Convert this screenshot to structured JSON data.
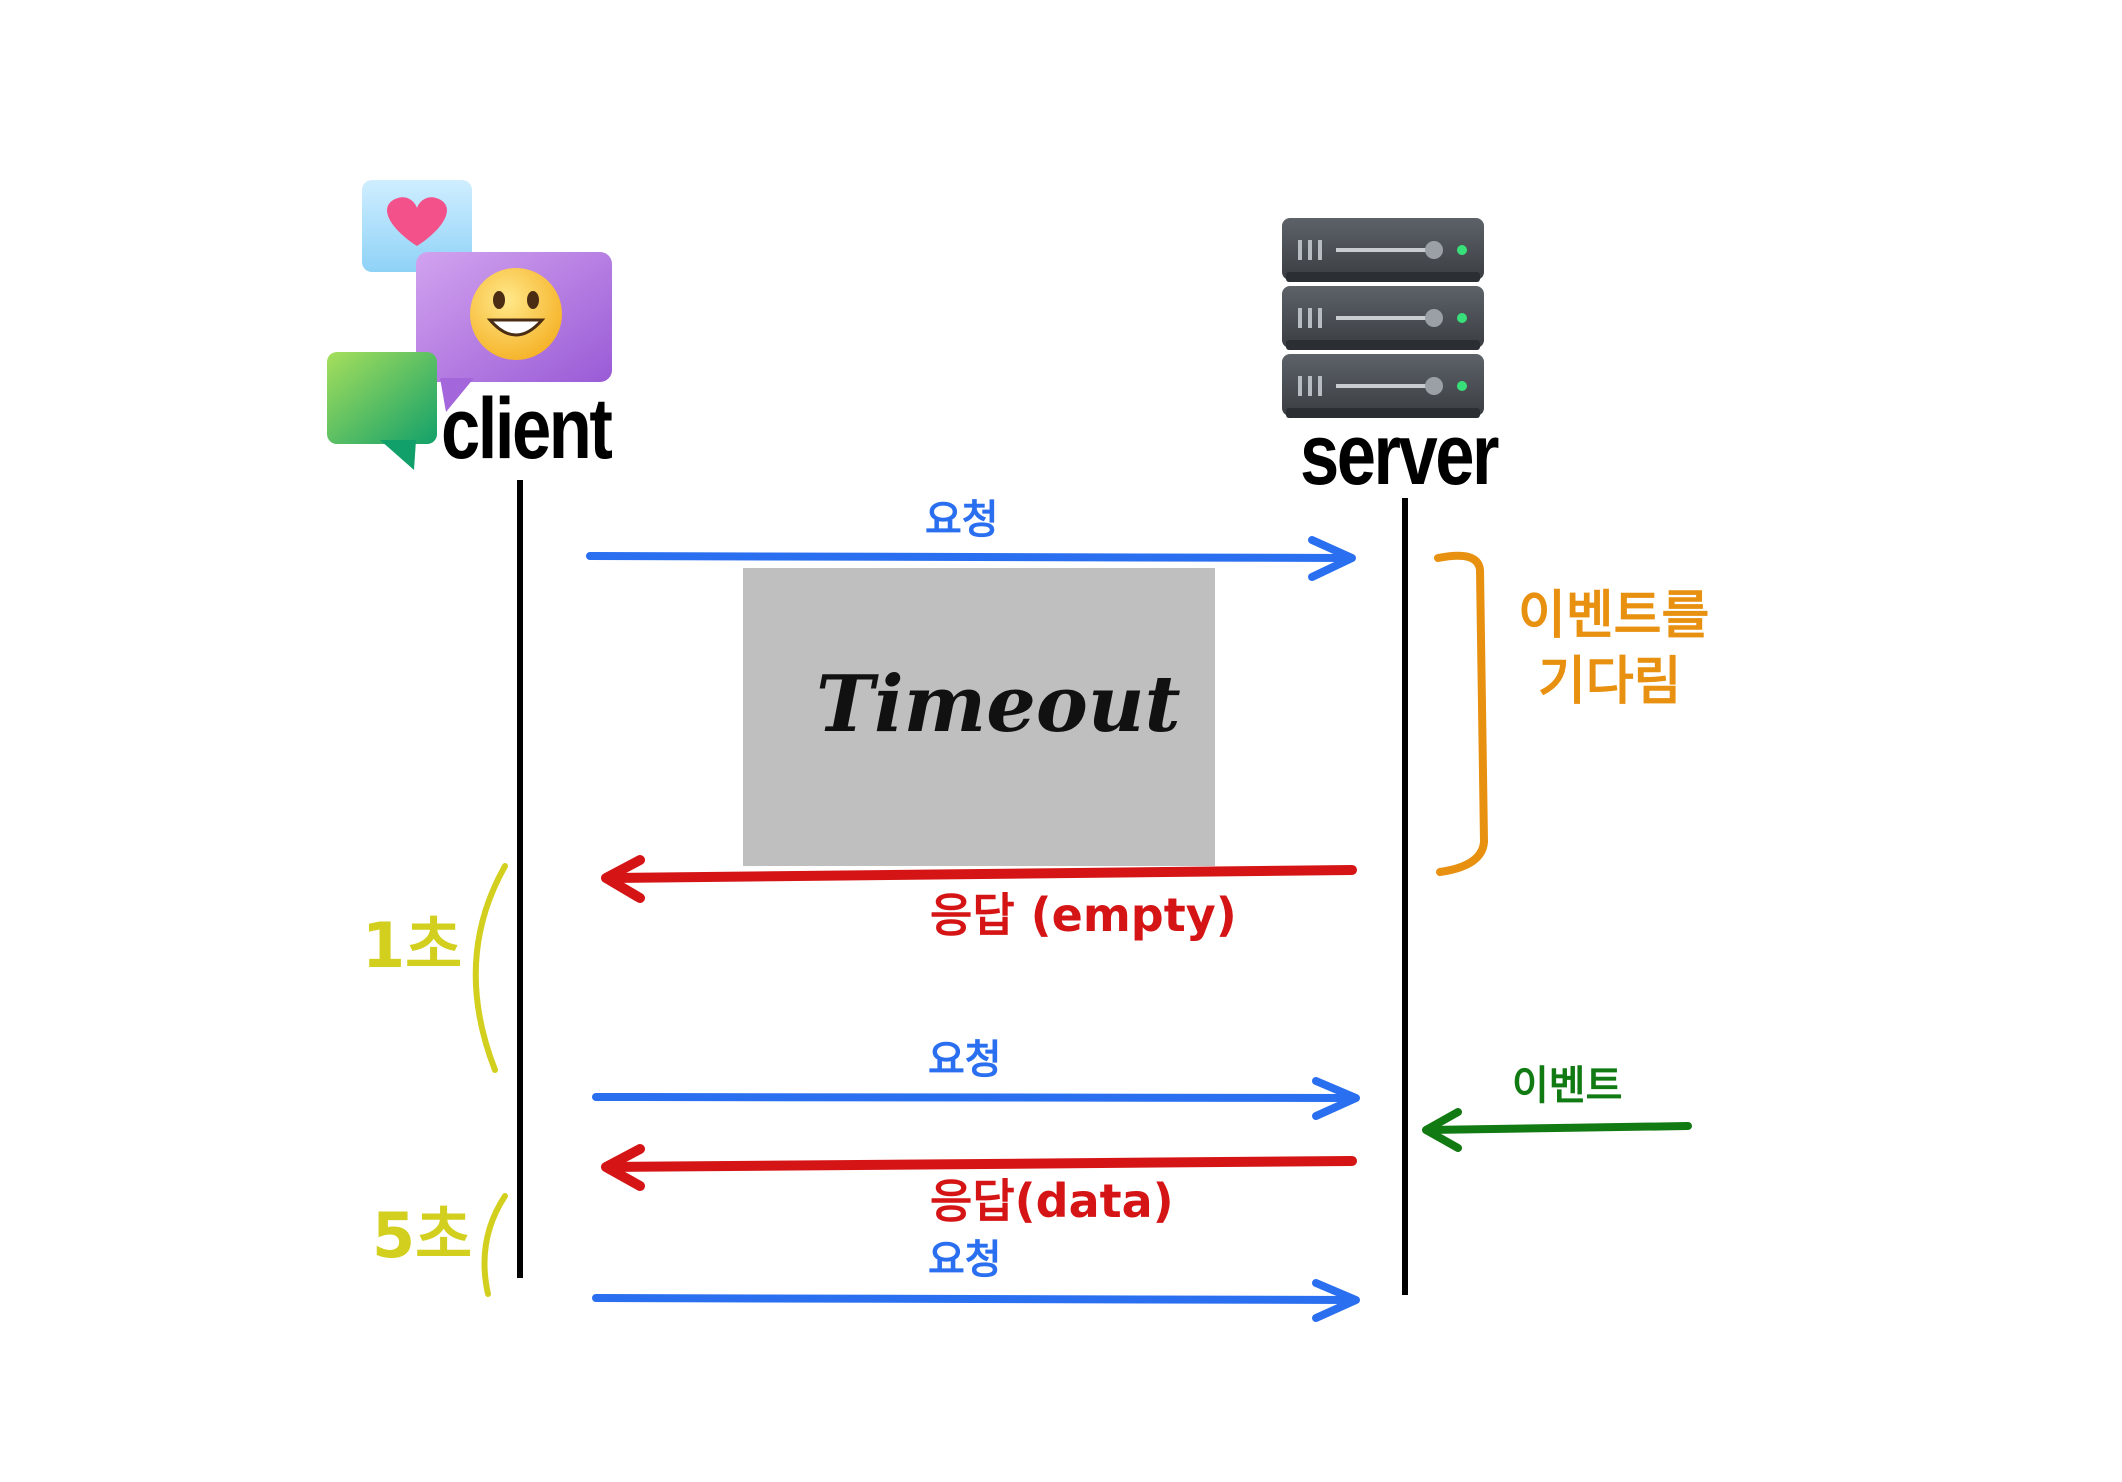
{
  "actors": {
    "client": "client",
    "server": "server"
  },
  "timeout_box": {
    "label": "Timeout"
  },
  "messages": [
    {
      "label": "요청",
      "direction": "client-to-server",
      "color": "#2a6ff0"
    },
    {
      "label": "응답 (empty)",
      "direction": "server-to-client",
      "color": "#d51515"
    },
    {
      "label": "요청",
      "direction": "client-to-server",
      "color": "#2a6ff0"
    },
    {
      "label": "응답(data)",
      "direction": "server-to-client",
      "color": "#d51515"
    },
    {
      "label": "요청",
      "direction": "client-to-server",
      "color": "#2a6ff0"
    }
  ],
  "annotations": {
    "wait_event": {
      "line1": "이벤트를",
      "line2": "기다림",
      "color": "#e8900f"
    },
    "event": {
      "label": "이벤트",
      "color": "#127a12"
    },
    "interval_1": {
      "label": "1초",
      "color": "#d2cf1e"
    },
    "interval_2": {
      "label": "5초",
      "color": "#d2cf1e"
    }
  },
  "icons": {
    "client": "chat-bubbles-icon",
    "server": "server-rack-icon"
  },
  "colors": {
    "request": "#2a6ff0",
    "response": "#d51515",
    "timeout_box": "#bfbfbf",
    "lifeline": "#000000"
  }
}
